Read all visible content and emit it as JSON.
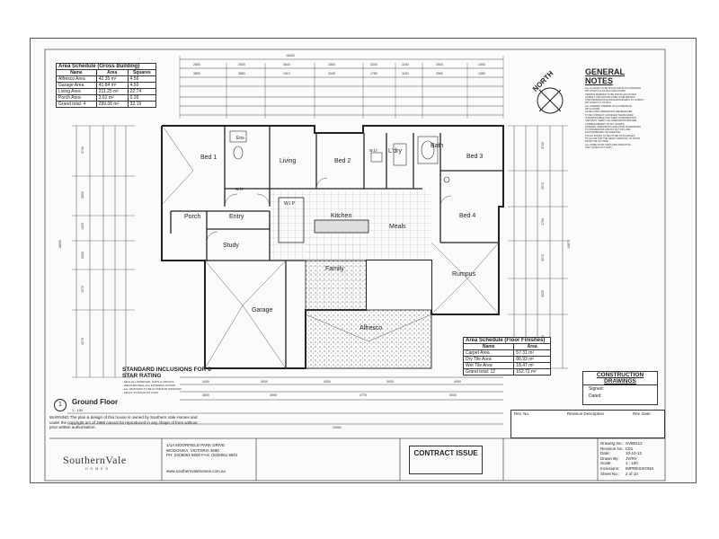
{
  "area_schedule_gross": {
    "title": "Area Schedule (Gross Building)",
    "headers": [
      "Name",
      "Area",
      "Squares"
    ],
    "rows": [
      [
        "Alfresco Area",
        "42.35 m²",
        "4.56"
      ],
      [
        "Garage Area",
        "41.84 m²",
        "4.50"
      ],
      [
        "Living Area",
        "211.25 m²",
        "22.74"
      ],
      [
        "Porch Area",
        "3.62 m²",
        "0.39"
      ],
      [
        "Grand total: 4",
        "299.06 m²",
        "32.19"
      ]
    ]
  },
  "rooms": {
    "bed1": "Bed 1",
    "living": "Living",
    "bed2": "Bed 2",
    "wir": "w.i.r",
    "ldry": "L'dry",
    "bath": "Bath",
    "bed3": "Bed 3",
    "porch": "Porch",
    "entry": "Entry",
    "kitchen": "Kitchen",
    "meals": "Meals",
    "bed4": "Bed 4",
    "study": "Study",
    "family": "Family",
    "rumpus": "Rumpus",
    "garage": "Garage",
    "alfresco": "Alfresco",
    "ens": "Ens",
    "wip": "W.I.P"
  },
  "general_notes": {
    "title": "GENERAL NOTES",
    "lines": [
      "ALL GLAZING TO BE INSTALLED IN ACCORDANCE",
      "WITH PART 3.6 OF BCA AND AS1288.",
      "TERMITE BARRIER TO BE INSTALLED AS PER",
      "AS3660.1 AND NOTICE FIXED IN METER BOX",
      "SITE PREPARATION AND EARTHWORKS TO COMPLY",
      "WITH PART 3.1 OF BCA",
      "ALL FRAMING TIMBERS IN ACCORDANCE",
      "WITH AS1684",
      "LEVELS AND DIMENSIONS ARE BELIEVED",
      "TO BE CORRECT, HOWEVER THE BUILDER",
      "IS RESPONSIBLE FOR THEIR CONFIRMATION",
      "AND MUST VERIFY ALL DIMENSIONS BEFORE",
      "COMMENCEMENT OF ANY WORKS",
      "INTERNAL DIMENSIONS ARE FROM FRAMEWORK",
      "TO FRAMEWORK AND DO NOT INCLUDE",
      "PLASTERBOARD OR SHEETING",
      "TOILET DOORS TO BE FITTED WITH HINGES",
      "TO ALLOW FOR THE READY REMOVAL OF DOOR",
      "FROM THE OUTSIDE",
      "ALL SOME DOOR SIZES ARE INDICATIVE",
      "ONLY (DOES NOT VARY)"
    ]
  },
  "north_label": "NORTH",
  "standard_inclusions": {
    "title": "STANDARD INCLUSIONS FOR 6 STAR RATING",
    "items": [
      "- SEAL ALL WINDOWS, GAPS & CRACKS",
      "- WEATHER SEAL ALL EXTERNAL DOORS",
      "- ALL WINDOWS TO BE ALUMINIUM WINDOWS",
      "- SEALS TO EXHAUST FANS"
    ]
  },
  "ground_floor": {
    "number": "1",
    "title": "Ground Floor",
    "scale": "1 : 100"
  },
  "warning_text": "WARNING The plan & design of this house is owned by Southern Vale Homes and under the copyright act of 1968 cannot be reproduced in any shape of form without prior written authorisation.",
  "area_schedule_finishes": {
    "title": "Area Schedule (Floor Finishes)",
    "headers": [
      "Name",
      "Area"
    ],
    "rows": [
      [
        "Carpet Area",
        "57.31 m²"
      ],
      [
        "Dry Tile Area",
        "86.93 m²"
      ],
      [
        "Wet Tile Area",
        "18.47 m²"
      ],
      [
        "Grand total: 12",
        "162.72 m²"
      ]
    ]
  },
  "construction_drawings": {
    "title": "CONSTRUCTION DRAWINGS",
    "signed_label": "Signed:",
    "dated_label": "Dated:"
  },
  "revisions": {
    "col1": "Rev. No.",
    "col2": "Revision Description",
    "col3": "Rev. Date"
  },
  "company": {
    "logo": "SouthernVale",
    "logo_sub": "HOMES",
    "address_line1": "1/1A MOORFIELD PARK DRIVE",
    "address_line2": "WODONGA, VICTORIA 3690",
    "phone": "PH: (02)6061 5600  FAX: (02)6061 5601",
    "website": "www.southernvalehomes.com.au"
  },
  "contract_issue": "CONTRACT ISSUE",
  "drawing_info": [
    {
      "label": "Drawing No.:",
      "value": "SVB8112"
    },
    {
      "label": "Revision No.:",
      "value": "C01"
    },
    {
      "label": "Date:",
      "value": "10-10-12"
    },
    {
      "label": "Drawn By:",
      "value": "JV/RV"
    },
    {
      "label": "Scale:",
      "value": "1 : 100"
    },
    {
      "label": "Inclusions:",
      "value": "IMPRESSIONS"
    },
    {
      "label": "Sheet No.:",
      "value": "2 of 10"
    }
  ],
  "dimensions": {
    "overall_width": "16400",
    "overall_width_bottom": "23950",
    "overall_height_left": "18830",
    "overall_height_right": "19870",
    "top_row1": [
      "2850",
      "2500",
      "3640",
      "1850",
      "3300",
      "1150",
      "3900",
      "1550"
    ],
    "top_row2": [
      "3850",
      "3860",
      "1910",
      "3045",
      "1750",
      "1150",
      "3980",
      "1350"
    ],
    "bottom_row1": [
      "3400",
      "3930",
      "4000",
      "3930",
      "4900"
    ],
    "bottom_row2": [
      "3600",
      "3990",
      "4775",
      "5000"
    ],
    "left_col": [
      "3740",
      "2850",
      "1420",
      "2200",
      "1970",
      "4270"
    ],
    "right_col": [
      "3700",
      "2070",
      "1750",
      "3070",
      "3025",
      "2130"
    ]
  },
  "colors": {
    "line": "#2b2b2b",
    "paper": "#fbfbfb",
    "hatch": "#777777"
  }
}
